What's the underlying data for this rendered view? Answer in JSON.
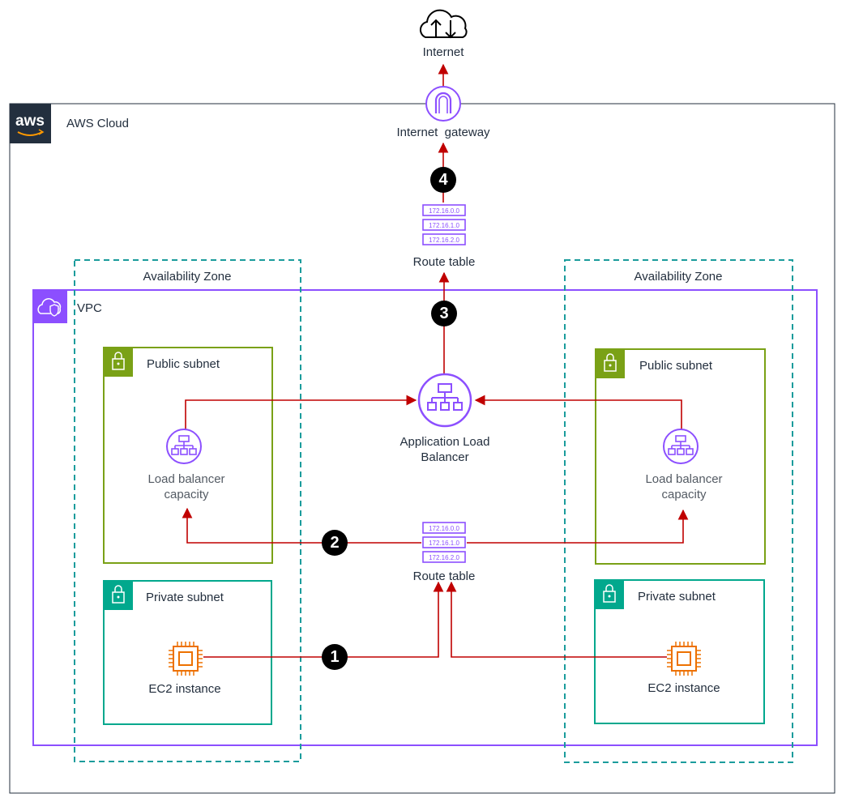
{
  "internet": {
    "label": "Internet",
    "icon": "cloud-upload-download-icon"
  },
  "aws_cloud": {
    "label": "AWS Cloud",
    "logo_text": "aws",
    "border_color": "#232f3e"
  },
  "internet_gateway": {
    "label": "Internet  gateway",
    "icon": "internet-gateway-icon"
  },
  "route_table_top": {
    "label": "Route table",
    "entries": [
      "172.16.0.0",
      "172.16.1.0",
      "172.16.2.0"
    ]
  },
  "route_table_mid": {
    "label": "Route table",
    "entries": [
      "172.16.0.0",
      "172.16.1.0",
      "172.16.2.0"
    ]
  },
  "availability_zones": [
    {
      "label": "Availability Zone"
    },
    {
      "label": "Availability Zone"
    }
  ],
  "vpc": {
    "label": "VPC",
    "color": "#8c4fff"
  },
  "alb": {
    "label_line1": "Application Load",
    "label_line2": "Balancer"
  },
  "left": {
    "public_subnet": "Public subnet",
    "lb_capacity_line1": "Load balancer",
    "lb_capacity_line2": "capacity",
    "private_subnet": "Private subnet",
    "ec2": "EC2 instance"
  },
  "right": {
    "public_subnet": "Public subnet",
    "lb_capacity_line1": "Load balancer",
    "lb_capacity_line2": "capacity",
    "private_subnet": "Private subnet",
    "ec2": "EC2 instance"
  },
  "steps": [
    "1",
    "2",
    "3",
    "4"
  ],
  "colors": {
    "arrow": "#c00000",
    "public_subnet": "#7aa116",
    "private_subnet": "#01a88d",
    "az_border": "#1a9c9c",
    "ec2": "#ed7100",
    "purple": "#8c4fff"
  }
}
